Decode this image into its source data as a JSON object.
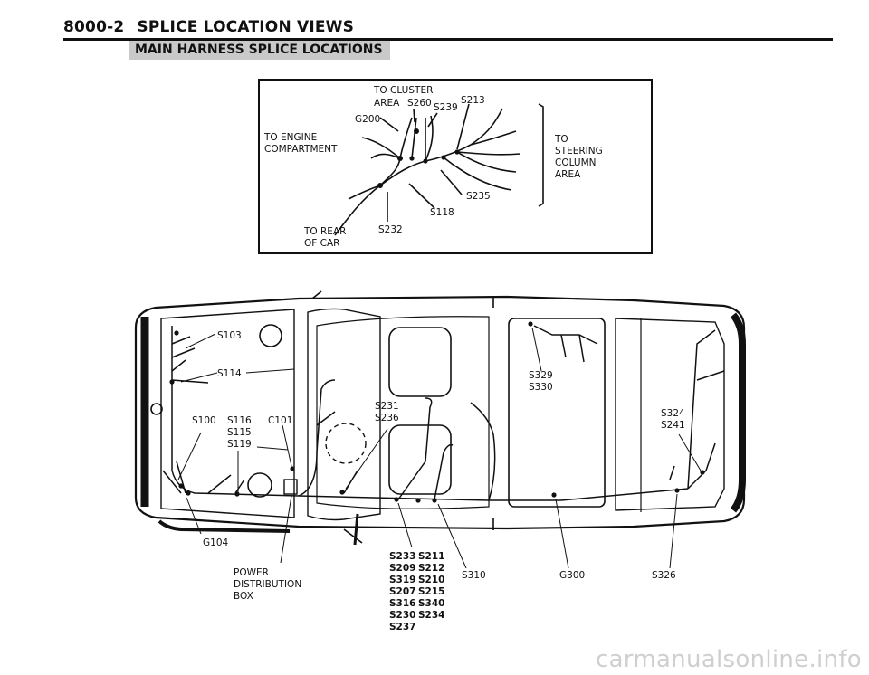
{
  "header": {
    "page_number": "8000-2",
    "title": "SPLICE LOCATION VIEWS"
  },
  "subheader": "MAIN HARNESS SPLICE LOCATIONS",
  "inset": {
    "to_cluster_1": "TO CLUSTER",
    "to_cluster_2": "AREA",
    "s260": "S260",
    "s239": "S239",
    "s213": "S213",
    "g200": "G200",
    "to_engine_1": "TO ENGINE",
    "to_engine_2": "COMPARTMENT",
    "to_steering_1": "TO",
    "to_steering_2": "STEERING",
    "to_steering_3": "COLUMN",
    "to_steering_4": "AREA",
    "s235": "S235",
    "s118": "S118",
    "s232": "S232",
    "to_rear_1": "TO REAR",
    "to_rear_2": "OF CAR"
  },
  "car": {
    "s103": "S103",
    "s114": "S114",
    "s100": "S100",
    "s116": "S116",
    "s115": "S115",
    "s119": "S119",
    "c101": "C101",
    "s231": "S231",
    "s236": "S236",
    "s329": "S329",
    "s330": "S330",
    "s324": "S324",
    "s241": "S241",
    "g104": "G104",
    "power_1": "POWER",
    "power_2": "DISTRIBUTION",
    "power_3": "BOX",
    "group_col1": [
      "S233",
      "S209",
      "S319",
      "S207",
      "S316",
      "S230",
      "S237"
    ],
    "group_col2": [
      "S211",
      "S212",
      "S210",
      "S215",
      "S340",
      "S234"
    ],
    "s310": "S310",
    "g300": "G300",
    "s326": "S326"
  },
  "watermark": "carmanualsonline.info"
}
